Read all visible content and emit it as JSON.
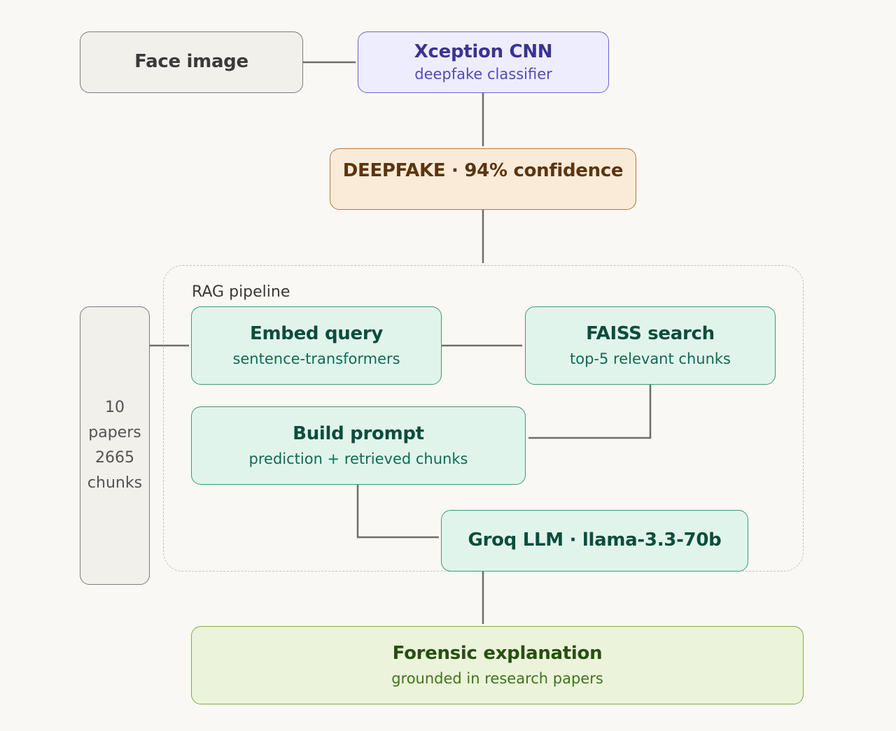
{
  "nodes": {
    "face_image": {
      "title": "Face image"
    },
    "xception": {
      "title": "Xception CNN",
      "subtitle": "deepfake classifier"
    },
    "prediction": {
      "title": "DEEPFAKE · 94% confidence"
    },
    "corpus": {
      "line1": "10",
      "line2": "papers",
      "line3": "2665",
      "line4": "chunks"
    },
    "embed": {
      "title": "Embed query",
      "subtitle": "sentence-transformers"
    },
    "faiss": {
      "title": "FAISS search",
      "subtitle": "top-5 relevant chunks"
    },
    "prompt": {
      "title": "Build prompt",
      "subtitle": "prediction + retrieved chunks"
    },
    "llm": {
      "title": "Groq LLM · llama-3.3-70b"
    },
    "output": {
      "title": "Forensic explanation",
      "subtitle": "grounded in research papers"
    }
  },
  "group": {
    "label": "RAG pipeline"
  },
  "colors": {
    "background": "#faf8f4",
    "connector": "#6f6d69",
    "gray": "#f2f0eb",
    "purple": "#eeedfe",
    "orange": "#faebd9",
    "teal": "#e1f4ec",
    "green": "#ebf3db"
  }
}
